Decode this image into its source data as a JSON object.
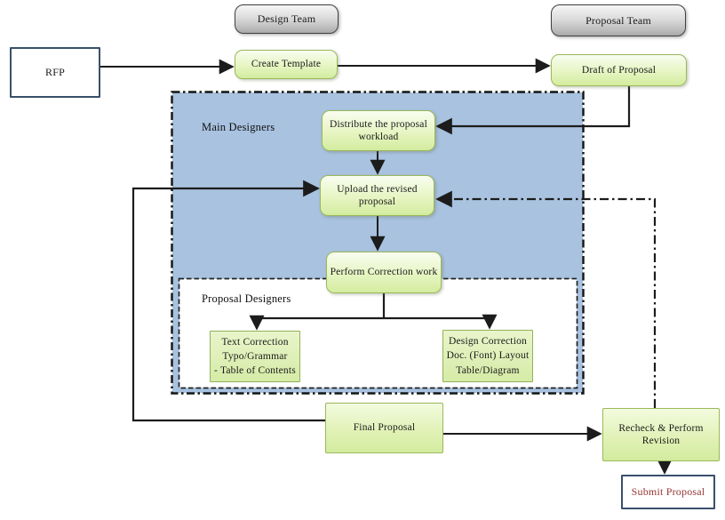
{
  "lanes": {
    "design_team": "Design Team",
    "proposal_team": "Proposal Team"
  },
  "regions": {
    "main_designers": "Main Designers",
    "proposal_designers": "Proposal Designers"
  },
  "nodes": {
    "rfp": "RFP",
    "create_template": "Create Template",
    "draft_of_proposal": "Draft of Proposal",
    "distribute_workload": "Distribute the proposal workload",
    "upload_revised": "Upload the revised proposal",
    "perform_correction": "Perform Correction work",
    "text_correction": {
      "lines": [
        "Text Correction",
        "Typo/Grammar",
        "- Table of Contents"
      ]
    },
    "design_correction": {
      "lines": [
        "Design Correction",
        "Doc. (Font) Layout",
        "Table/Diagram"
      ]
    },
    "final_proposal": "Final Proposal",
    "recheck_revision": "Recheck & Perform Revision",
    "submit_proposal": "Submit Proposal"
  },
  "colors": {
    "region_blue": "#a8c2df",
    "node_green_top": "#f9fdf0",
    "node_green_bottom": "#d3ec9f",
    "node_green_border": "#9bb85a",
    "header_gray_top": "#f6f6f6",
    "header_gray_bottom": "#a8a8a8",
    "dark_box_border": "#39506b",
    "submit_text": "#943634",
    "connector": "#1c1c1c"
  }
}
